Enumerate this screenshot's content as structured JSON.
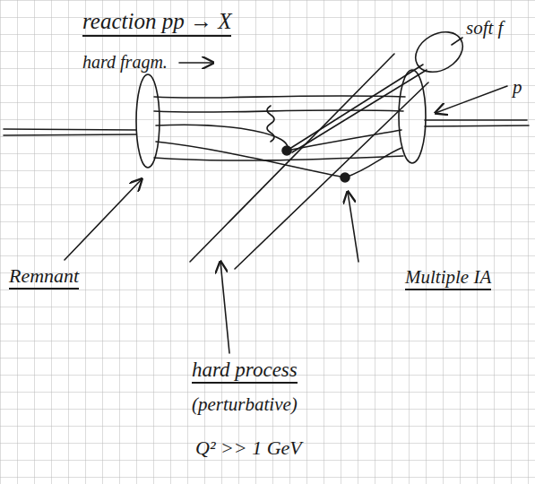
{
  "diagram": {
    "title": "reaction pp → X",
    "labels": [
      "hard fragm.",
      "soft f",
      "p",
      "Remnant",
      "Multiple IA",
      "hard process",
      "(perturbative)",
      "Q² >> 1 GeV"
    ]
  }
}
